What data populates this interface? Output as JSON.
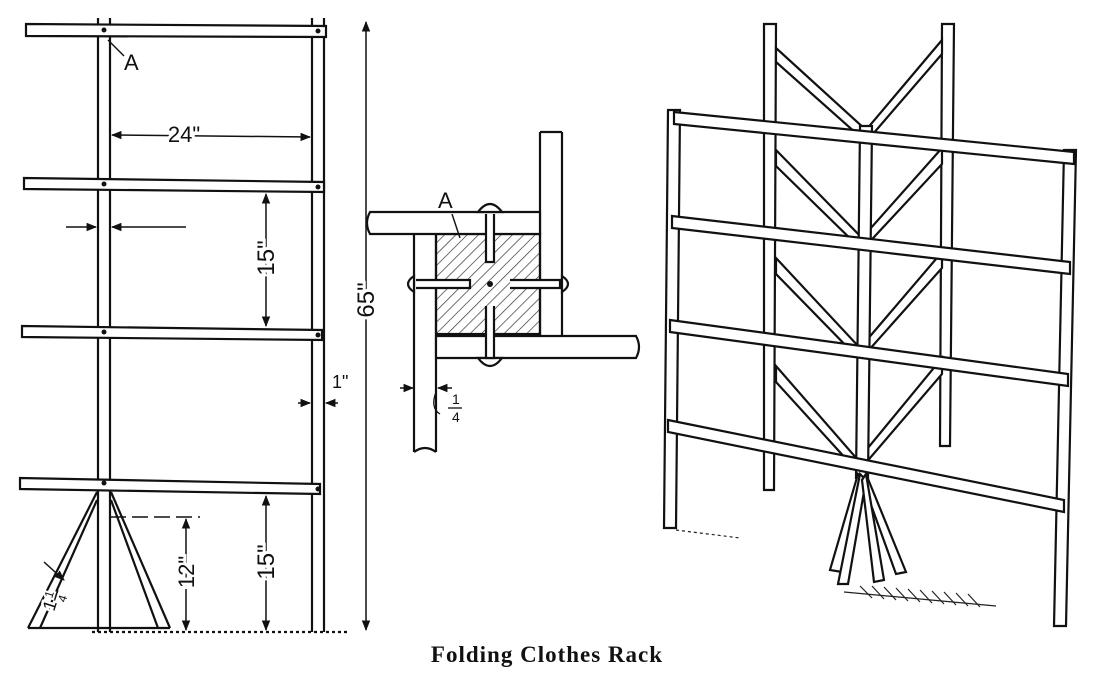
{
  "labels": {
    "joint": "A",
    "width": "24\"",
    "spacing_upper": "15\"",
    "height": "65\"",
    "bar": "1\"",
    "spacing_lower": "15\"",
    "foot": "12\"",
    "brace": "1 1/4\"",
    "pin": "1/4\""
  },
  "fractions": {
    "brace_whole": "1",
    "brace_num": "1",
    "brace_den": "4",
    "pin_num": "1",
    "pin_den": "4"
  },
  "caption": "Folding Clothes Rack",
  "colors": {
    "ink": "#111111",
    "paper": "#ffffff"
  }
}
